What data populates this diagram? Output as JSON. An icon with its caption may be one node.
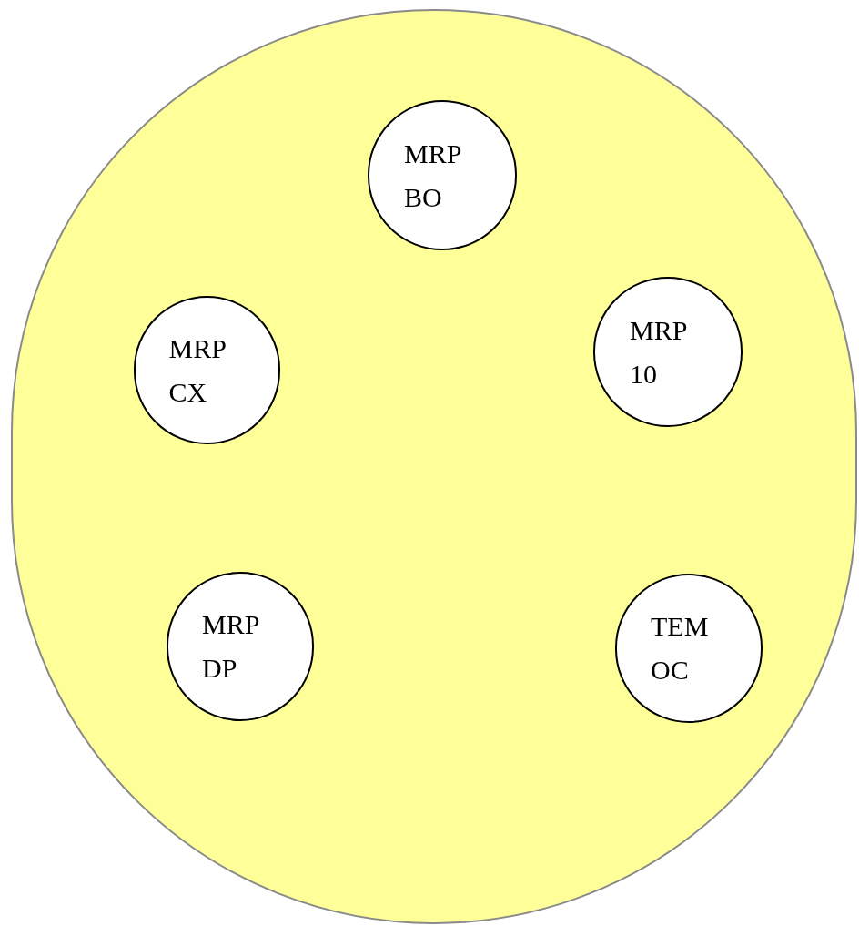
{
  "diagram": {
    "nodes": [
      {
        "text": [],
        "shape": "circle"
      },
      {
        "text": [
          "MRP BO"
        ],
        "in": 0
      },
      {
        "text": [
          "MRP CX"
        ],
        "in": 0
      },
      {
        "text": [
          "MRP 10"
        ],
        "in": 0
      },
      {
        "text": [
          "MRP DP"
        ],
        "in": 0
      },
      {
        "text": [
          "TEM OC"
        ],
        "in": 0
      }
    ]
  }
}
